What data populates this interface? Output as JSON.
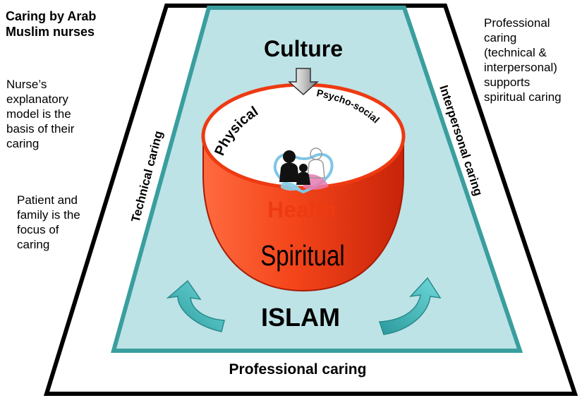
{
  "title": [
    "Caring by Arab",
    "Muslim nurses"
  ],
  "left_notes": {
    "explanatory_model": [
      "Nurse’s",
      "explanatory",
      "model is the",
      "basis of their",
      "caring"
    ],
    "patient_family": [
      "Patient and",
      "family is the",
      "focus of",
      "caring"
    ]
  },
  "right_note": [
    "Professional",
    "caring",
    "(technical &",
    "interpersonal)",
    "supports",
    "spiritual caring"
  ],
  "labels": {
    "culture": "Culture",
    "physical": "Physical",
    "psycho_social": "Psycho-social",
    "health": "Health",
    "spiritual": "Spiritual",
    "islam": "ISLAM",
    "technical_caring": "Technical caring",
    "interpersonal_caring": "Interpersonal caring",
    "professional_caring": "Professional caring"
  },
  "colors": {
    "inner_fill": "#bde3e6",
    "inner_border": "#3a9e9e",
    "drum_red": "#ee3a12",
    "health_text": "#ee3a12",
    "arrow_teal": "#3bb5b8"
  },
  "icons": {
    "down_arrow": "down-arrow-icon",
    "family_logo": "family-logo-icon",
    "curved_arrow": "curved-arrow-icon"
  }
}
